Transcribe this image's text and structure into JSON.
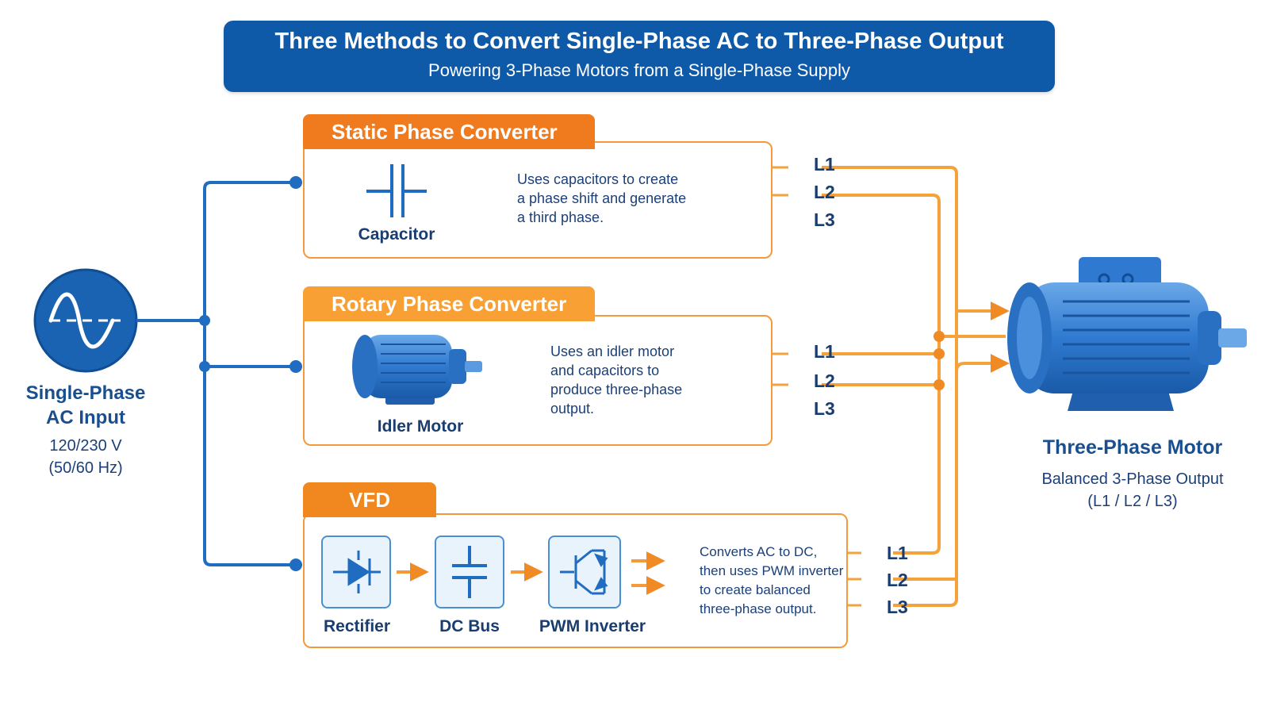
{
  "title": {
    "main": "Three Methods to Convert Single-Phase AC to Three-Phase Output",
    "sub": "Powering 3-Phase Motors from a Single-Phase Supply"
  },
  "input": {
    "title_line1": "Single-Phase",
    "title_line2": "AC Input",
    "voltage": "120/230 V",
    "frequency": "(50/60 Hz)",
    "icon": "sine-wave-icon"
  },
  "methods": [
    {
      "name": "Static Phase Converter",
      "component_label": "Capacitor",
      "description": [
        "Uses capacitors to create",
        "a phase shift and generate",
        "a third phase."
      ],
      "lines": [
        "L1",
        "L2",
        "L3"
      ]
    },
    {
      "name": "Rotary Phase Converter",
      "component_label": "Idler Motor",
      "description": [
        "Uses an idler motor",
        "and capacitors to",
        "produce three-phase",
        "output."
      ],
      "lines": [
        "L1",
        "L2",
        "L3"
      ]
    },
    {
      "name": "VFD",
      "stages": [
        "Rectifier",
        "DC Bus",
        "PWM Inverter"
      ],
      "description": [
        "Converts AC to DC,",
        "then uses PWM inverter",
        "to create balanced",
        "three-phase output."
      ],
      "lines": [
        "L1",
        "L2",
        "L3"
      ]
    }
  ],
  "output": {
    "title": "Three-Phase Motor",
    "sub_line1": "Balanced 3-Phase Output",
    "sub_line2": "(L1 / L2 / L3)"
  },
  "colors": {
    "blue": "#0f5aa8",
    "orange": "#f08a24",
    "orange_light": "#f8a033",
    "text_dark": "#1a3d70"
  }
}
